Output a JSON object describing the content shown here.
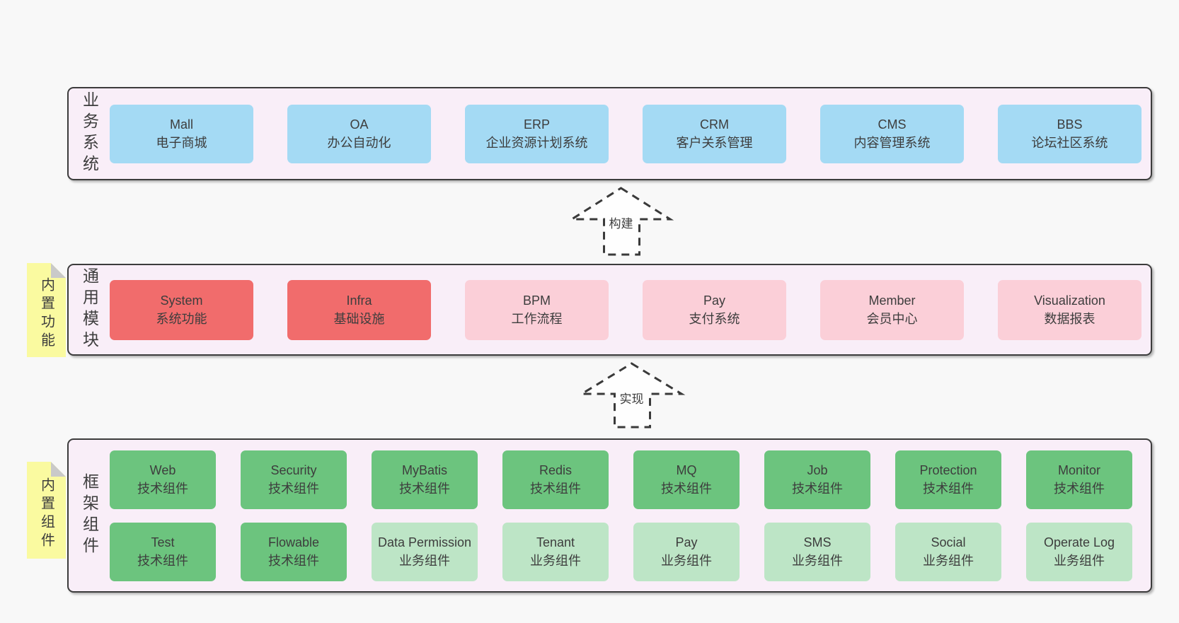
{
  "colors": {
    "page_bg": "#f8f8f8",
    "band_bg": "#f9eef8",
    "band_border": "#3c3c3c",
    "blue": "#a4daf4",
    "red": "#f16c6c",
    "pink": "#fbcfd8",
    "green": "#6cc47e",
    "green_light": "#bde5c6",
    "note_bg": "#fafaa0",
    "note_fold": "#c9c9c9",
    "text": "#3d3d3d",
    "arrow": "#3a3a3a"
  },
  "bands": [
    {
      "label": "业务系统",
      "boxes": [
        {
          "name": "Mall",
          "desc": "电子商城",
          "variant": "blue"
        },
        {
          "name": "OA",
          "desc": "办公自动化",
          "variant": "blue"
        },
        {
          "name": "ERP",
          "desc": "企业资源计划系统",
          "variant": "blue"
        },
        {
          "name": "CRM",
          "desc": "客户关系管理",
          "variant": "blue"
        },
        {
          "name": "CMS",
          "desc": "内容管理系统",
          "variant": "blue"
        },
        {
          "name": "BBS",
          "desc": "论坛社区系统",
          "variant": "blue"
        }
      ]
    },
    {
      "label": "通用模块",
      "note": "内置功能",
      "boxes": [
        {
          "name": "System",
          "desc": "系统功能",
          "variant": "red"
        },
        {
          "name": "Infra",
          "desc": "基础设施",
          "variant": "red"
        },
        {
          "name": "BPM",
          "desc": "工作流程",
          "variant": "pink"
        },
        {
          "name": "Pay",
          "desc": "支付系统",
          "variant": "pink"
        },
        {
          "name": "Member",
          "desc": "会员中心",
          "variant": "pink"
        },
        {
          "name": "Visualization",
          "desc": "数据报表",
          "variant": "pink"
        }
      ]
    },
    {
      "label": "框架组件",
      "note": "内置组件",
      "row1": [
        {
          "name": "Web",
          "desc": "技术组件",
          "variant": "green"
        },
        {
          "name": "Security",
          "desc": "技术组件",
          "variant": "green"
        },
        {
          "name": "MyBatis",
          "desc": "技术组件",
          "variant": "green"
        },
        {
          "name": "Redis",
          "desc": "技术组件",
          "variant": "green"
        },
        {
          "name": "MQ",
          "desc": "技术组件",
          "variant": "green"
        },
        {
          "name": "Job",
          "desc": "技术组件",
          "variant": "green"
        },
        {
          "name": "Protection",
          "desc": "技术组件",
          "variant": "green"
        },
        {
          "name": "Monitor",
          "desc": "技术组件",
          "variant": "green"
        }
      ],
      "row2": [
        {
          "name": "Test",
          "desc": "技术组件",
          "variant": "green"
        },
        {
          "name": "Flowable",
          "desc": "技术组件",
          "variant": "green"
        },
        {
          "name": "Data Permission",
          "desc": "业务组件",
          "variant": "green-light"
        },
        {
          "name": "Tenant",
          "desc": "业务组件",
          "variant": "green-light"
        },
        {
          "name": "Pay",
          "desc": "业务组件",
          "variant": "green-light"
        },
        {
          "name": "SMS",
          "desc": "业务组件",
          "variant": "green-light"
        },
        {
          "name": "Social",
          "desc": "业务组件",
          "variant": "green-light"
        },
        {
          "name": "Operate Log",
          "desc": "业务组件",
          "variant": "green-light"
        }
      ]
    }
  ],
  "arrows": [
    {
      "label": "构建"
    },
    {
      "label": "实现"
    }
  ]
}
